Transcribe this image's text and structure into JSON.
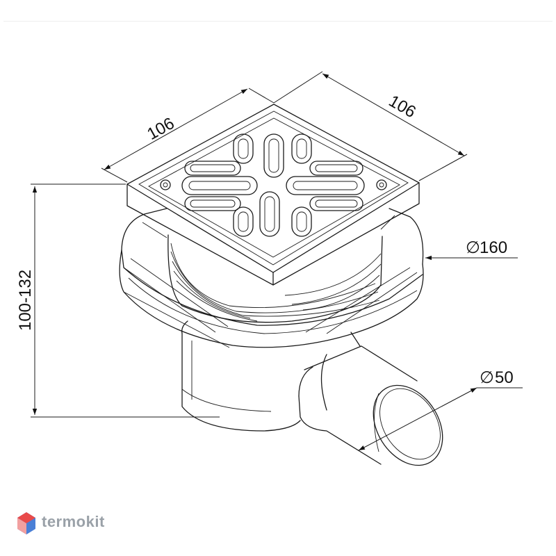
{
  "dimensions": {
    "top_left_width": "106",
    "top_right_width": "106",
    "height": "100-132",
    "flange_diameter": "160",
    "outlet_diameter": "50",
    "diameter_symbol": "∅"
  },
  "brand": {
    "name": "termokit",
    "logo_icon": "hexagon-cube-icon",
    "logo_colors": [
      "#e94a4a",
      "#4a7fd6"
    ]
  }
}
